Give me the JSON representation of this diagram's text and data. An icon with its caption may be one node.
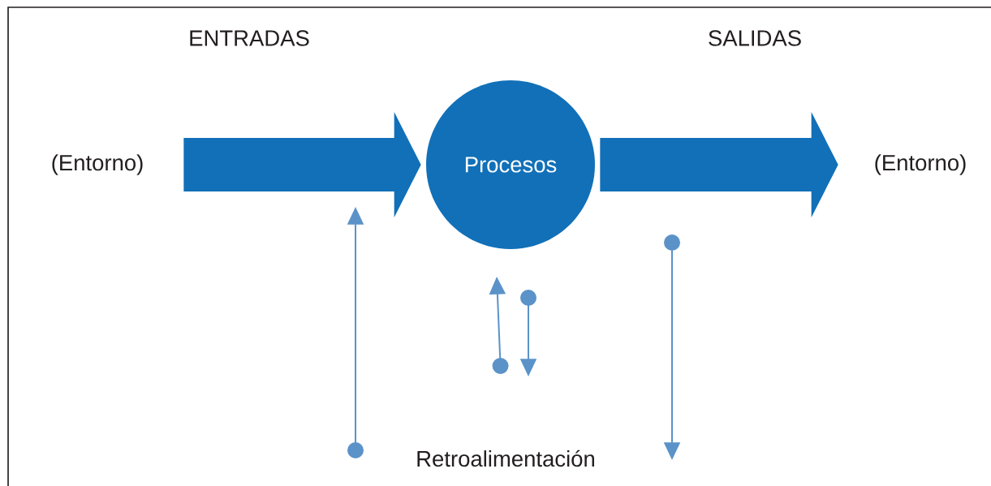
{
  "diagram": {
    "nodes": [
      {
        "text": [
          "(Entorno)"
        ]
      },
      {
        "text": [
          "Procesos"
        ]
      },
      {
        "text": [
          "(Entorno)"
        ]
      },
      {
        "text": [
          "Retroalimentación"
        ]
      }
    ],
    "edges": [
      {
        "from": 0,
        "to": 1,
        "arrow": "to",
        "style": "thick",
        "color": "#1170b8"
      },
      {
        "from": 1,
        "to": 2,
        "arrow": "to",
        "style": "thick",
        "color": "#1170b8"
      }
    ],
    "labels": [
      "ENTRADAS",
      "SALIDAS"
    ]
  }
}
